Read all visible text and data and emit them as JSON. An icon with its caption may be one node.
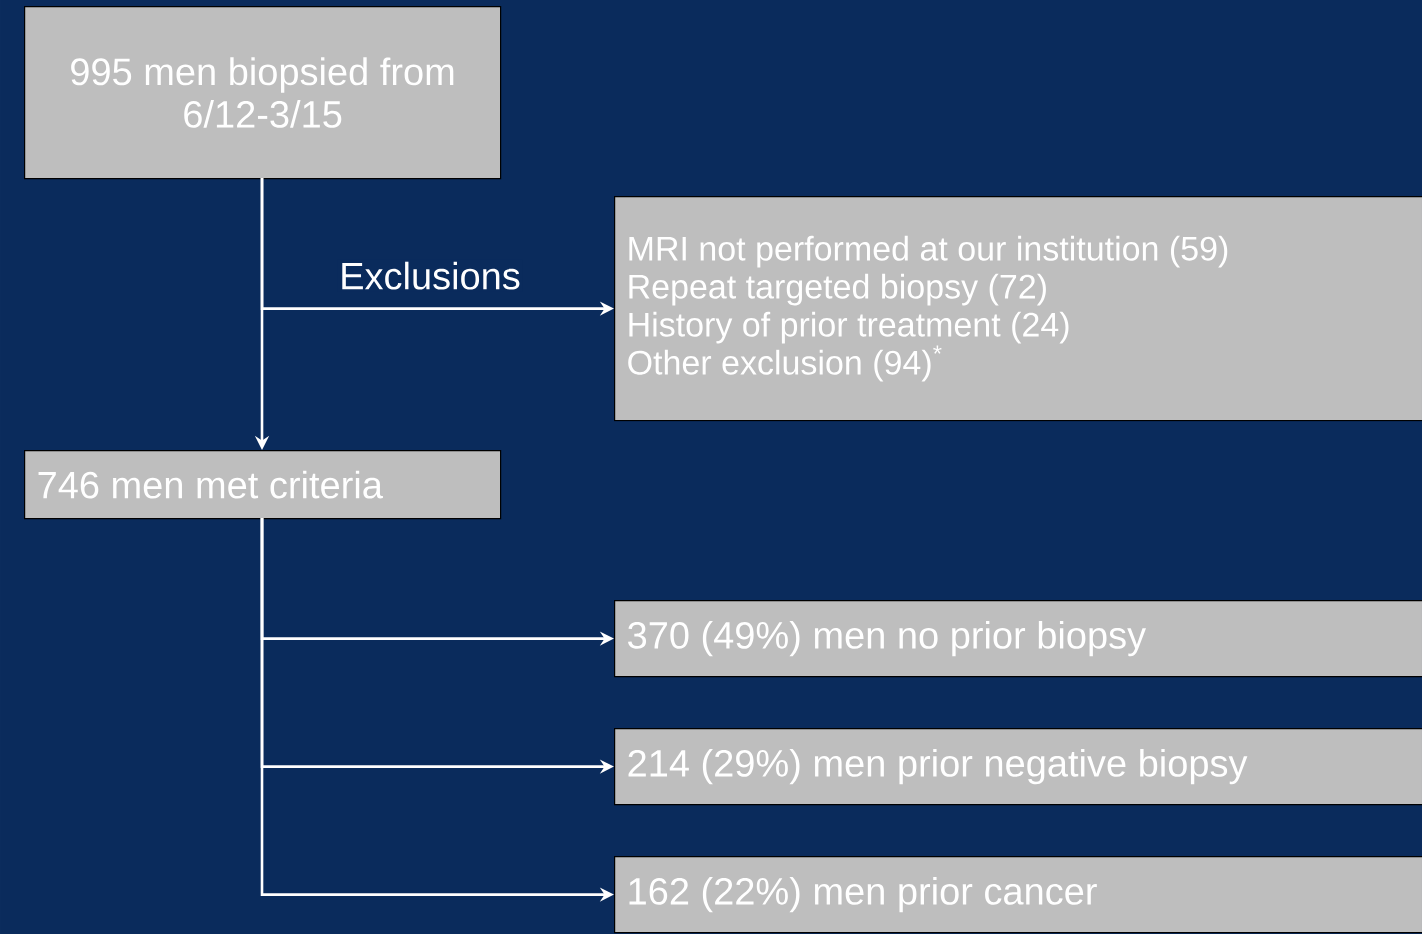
{
  "diagram": {
    "nodes": [
      {
        "text": [
          "995 men biopsied from 6/12-3/15"
        ]
      },
      {
        "text": [
          "MRI not performed at our institution (59)",
          "Repeat targeted biopsy (72)",
          "History of prior treatment (24)",
          "Other exclusion (94)$^{*}$"
        ]
      },
      {
        "text": [
          "746 men met criteria"
        ]
      },
      {
        "text": [
          "370 (49%) men no prior biopsy"
        ]
      },
      {
        "text": [
          "214 (29%) men prior negative biopsy"
        ]
      },
      {
        "text": [
          "162 (22%) men prior cancer"
        ]
      }
    ],
    "edges": [
      {
        "from": 0,
        "to": 1,
        "arrow": "to",
        "label": "Exclusions"
      },
      {
        "from": 0,
        "to": 2,
        "arrow": "to"
      },
      {
        "from": 2,
        "to": 3,
        "arrow": "to"
      },
      {
        "from": 2,
        "to": 4,
        "arrow": "to"
      },
      {
        "from": 2,
        "to": 5,
        "arrow": "to"
      }
    ]
  }
}
